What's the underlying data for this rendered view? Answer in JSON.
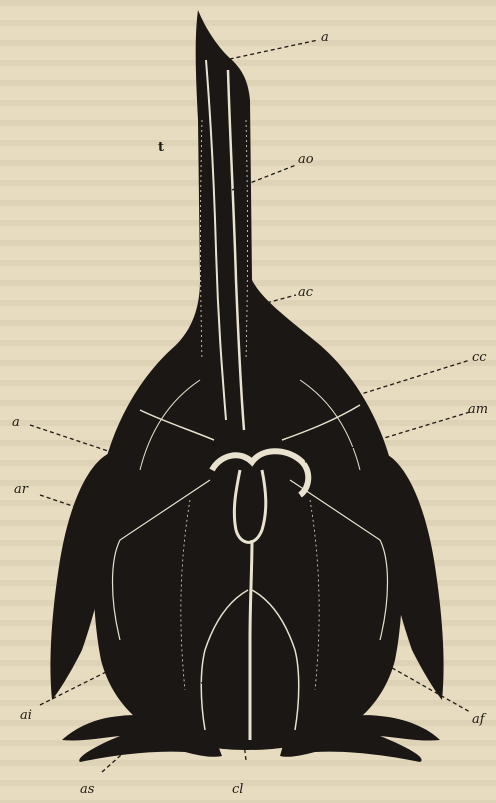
{
  "figure": {
    "labels": {
      "a_top": "a",
      "t": "t",
      "ao": "ao",
      "ac": "ac",
      "cc": "cc",
      "am": "am",
      "a_left": "a",
      "ar": "ar",
      "ai": "ai",
      "af": "af",
      "as": "as",
      "cl": "cl"
    }
  },
  "colors": {
    "paper": "#e7dcc0",
    "body": "#1b1714",
    "vessels": "#e8e2cf"
  }
}
